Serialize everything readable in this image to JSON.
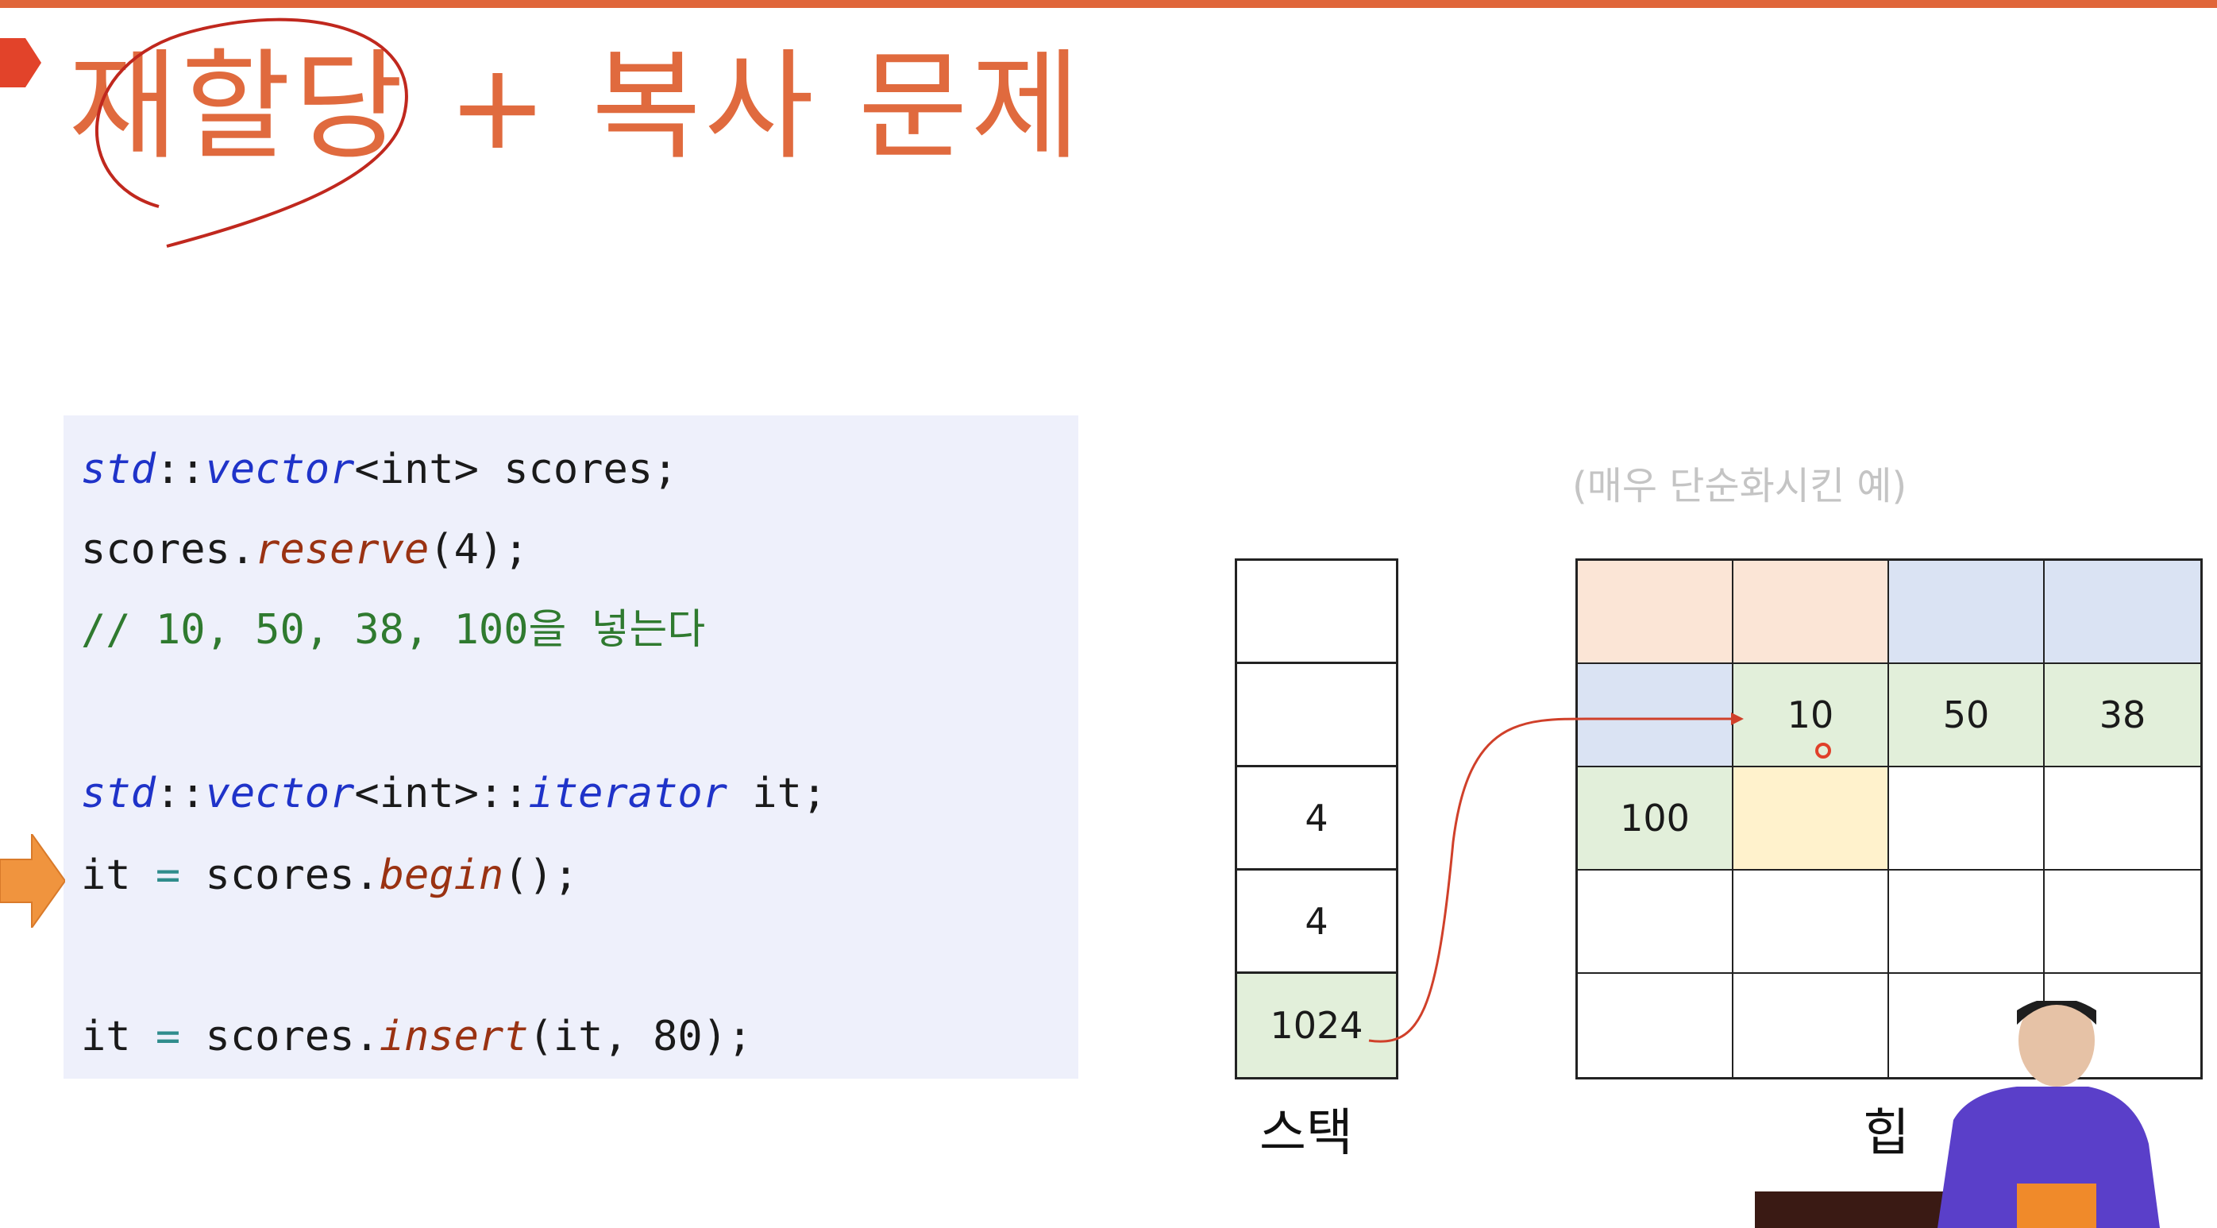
{
  "slide": {
    "title": "재할당 + 복사 문제",
    "note": "(매우 단순화시킨 예)"
  },
  "code": {
    "lines": [
      {
        "parts": [
          {
            "t": "std",
            "c": "kw-type"
          },
          {
            "t": "::",
            "c": ""
          },
          {
            "t": "vector",
            "c": "kw-type"
          },
          {
            "t": "<int> scores;",
            "c": ""
          }
        ]
      },
      {
        "parts": [
          {
            "t": "scores.",
            "c": ""
          },
          {
            "t": "reserve",
            "c": "kw-fn"
          },
          {
            "t": "(4);",
            "c": ""
          }
        ]
      },
      {
        "parts": [
          {
            "t": "// 10, 50, 38, 100을 넣는다",
            "c": "comment"
          }
        ]
      },
      {
        "parts": [
          {
            "t": "std",
            "c": "kw-type"
          },
          {
            "t": "::",
            "c": ""
          },
          {
            "t": "vector",
            "c": "kw-type"
          },
          {
            "t": "<int>::",
            "c": ""
          },
          {
            "t": "iterator",
            "c": "kw-type"
          },
          {
            "t": " it;",
            "c": ""
          }
        ]
      },
      {
        "parts": [
          {
            "t": "it ",
            "c": ""
          },
          {
            "t": "=",
            "c": "kw-eq"
          },
          {
            "t": " scores.",
            "c": ""
          },
          {
            "t": "begin",
            "c": "kw-fn"
          },
          {
            "t": "();",
            "c": ""
          }
        ]
      },
      {
        "parts": [
          {
            "t": "it ",
            "c": ""
          },
          {
            "t": "=",
            "c": "kw-eq"
          },
          {
            "t": " scores.",
            "c": ""
          },
          {
            "t": "insert",
            "c": "kw-fn"
          },
          {
            "t": "(it, 80);",
            "c": ""
          }
        ]
      }
    ]
  },
  "stack": {
    "label": "스택",
    "cells": [
      "",
      "",
      "4",
      "4",
      "1024"
    ]
  },
  "heap": {
    "label": "힙",
    "cells": [
      {
        "v": "",
        "bg": "#fbe5d6"
      },
      {
        "v": "",
        "bg": "#fbe5d6"
      },
      {
        "v": "",
        "bg": "#dae3f3"
      },
      {
        "v": "",
        "bg": "#dae3f3"
      },
      {
        "v": "",
        "bg": "#dae3f3"
      },
      {
        "v": "10",
        "bg": "#e2efda"
      },
      {
        "v": "50",
        "bg": "#e2efda"
      },
      {
        "v": "38",
        "bg": "#e2efda"
      },
      {
        "v": "100",
        "bg": "#e2efda"
      },
      {
        "v": "",
        "bg": "#fff2cc"
      },
      {
        "v": "",
        "bg": "#ffffff"
      },
      {
        "v": "",
        "bg": "#ffffff"
      },
      {
        "v": "",
        "bg": "#ffffff"
      },
      {
        "v": "",
        "bg": "#ffffff"
      },
      {
        "v": "",
        "bg": "#ffffff"
      },
      {
        "v": "",
        "bg": "#ffffff"
      },
      {
        "v": "",
        "bg": "#ffffff"
      },
      {
        "v": "",
        "bg": "#ffffff"
      },
      {
        "v": "",
        "bg": "#ffffff"
      },
      {
        "v": "",
        "bg": "#ffffff"
      }
    ]
  },
  "colors": {
    "accent": "#e0663a",
    "stack_highlight": "#e2efda",
    "pointer_line": "#d0402a"
  }
}
